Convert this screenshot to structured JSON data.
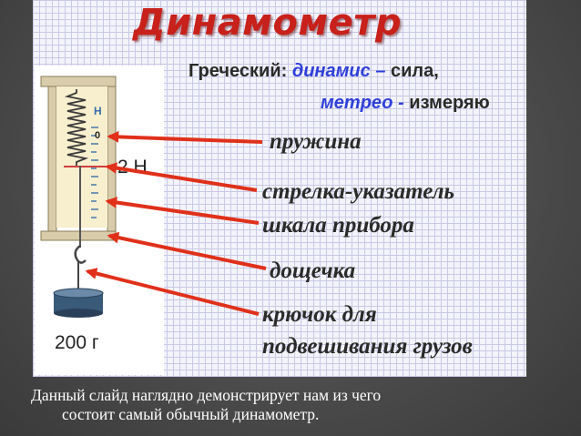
{
  "slide": {
    "title": "Динамометр",
    "etymology": {
      "line1_prefix": "Греческий:",
      "line1_word": "динамис",
      "line1_dash": " – ",
      "line1_meaning": "сила,",
      "line2_word": "метрео",
      "line2_dash": " - ",
      "line2_meaning": "измеряю"
    },
    "device": {
      "scale_unit": "Н",
      "scale_zero": "0",
      "reading": "2 Н",
      "weight_label": "200 г"
    },
    "parts": [
      "пружина",
      "стрелка-указатель",
      "шкала прибора",
      "дощечка",
      "крючок для",
      "подвешивания грузов"
    ],
    "colors": {
      "title": "#c8201a",
      "arrows": "#e0301a",
      "frame": "#d8ccaa",
      "pointer": "#d04040"
    }
  },
  "caption": {
    "line1": "Данный слайд наглядно демонстрирует нам из чего",
    "line2": "состоит самый обычный динамометр."
  }
}
